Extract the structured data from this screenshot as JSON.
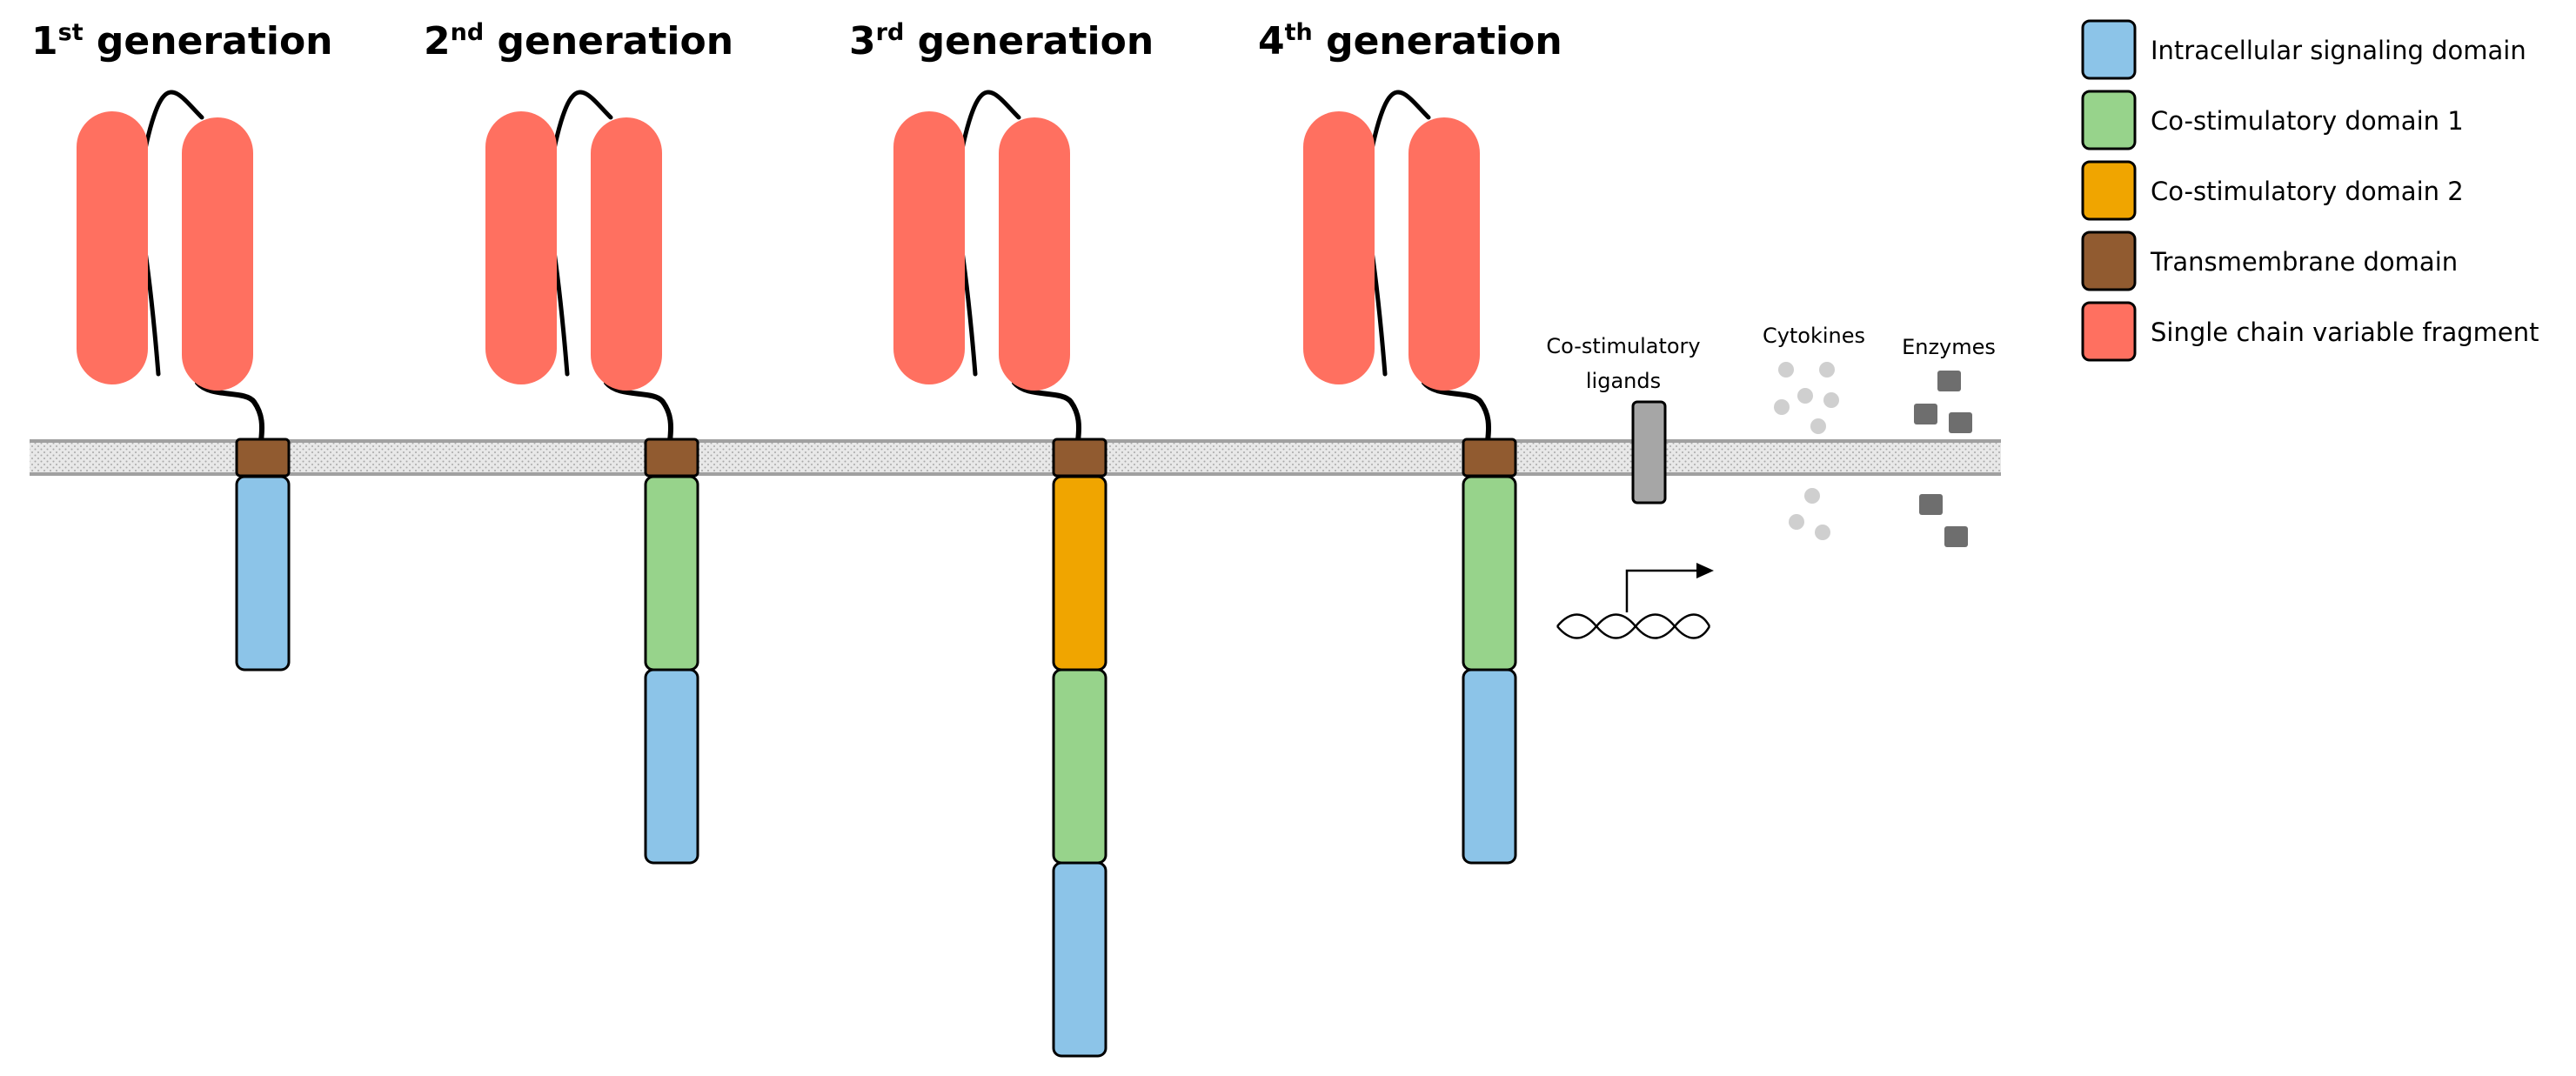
{
  "generations": [
    {
      "num": "1",
      "sup": "st",
      "word": " generation",
      "domains": [
        "signaling"
      ]
    },
    {
      "num": "2",
      "sup": "nd",
      "word": " generation",
      "domains": [
        "costim1",
        "signaling"
      ]
    },
    {
      "num": "3",
      "sup": "rd",
      "word": " generation",
      "domains": [
        "costim2",
        "costim1",
        "signaling"
      ]
    },
    {
      "num": "4",
      "sup": "th",
      "word": " generation",
      "domains": [
        "costim1",
        "signaling"
      ]
    }
  ],
  "legend": [
    {
      "key": "signaling",
      "label": "Intracellular signaling domain",
      "color": "#8cc4e8"
    },
    {
      "key": "costim1",
      "label": "Co-stimulatory domain 1",
      "color": "#97d38b"
    },
    {
      "key": "costim2",
      "label": "Co-stimulatory domain 2",
      "color": "#f0a500"
    },
    {
      "key": "transmembrane",
      "label": "Transmembrane domain",
      "color": "#915b30"
    },
    {
      "key": "scfv",
      "label": "Single chain variable fragment",
      "color": "#ff7060"
    }
  ],
  "payloads": {
    "ligands_line1": "Co-stimulatory",
    "ligands_line2": "ligands",
    "cytokines": "Cytokines",
    "enzymes": "Enzymes"
  },
  "colors": {
    "membrane_fill": "#e6e6e6",
    "membrane_edge": "#a0a0a0",
    "ligand": "#a6a6a6",
    "cytokine": "#cfcfcf",
    "enzyme": "#6e6e6e"
  }
}
